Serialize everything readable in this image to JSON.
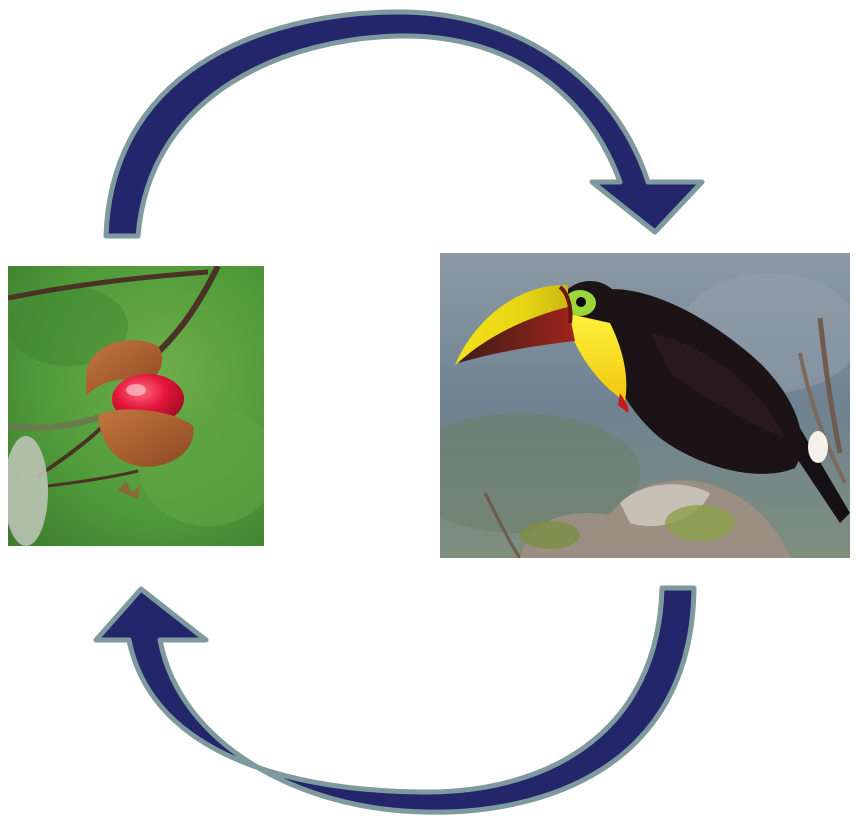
{
  "diagram": {
    "kind": "cycle",
    "nodes": [
      {
        "id": "fruit",
        "picture": "fruit-photo"
      },
      {
        "id": "bird",
        "picture": "toucan-photo"
      }
    ],
    "edges": [
      {
        "from": "fruit",
        "to": "bird",
        "route": "top"
      },
      {
        "from": "bird",
        "to": "fruit",
        "route": "bottom"
      }
    ]
  },
  "colors": {
    "arrow_fill": "#23266b",
    "arrow_stroke": "#7f9a9e",
    "background": "#ffffff"
  }
}
